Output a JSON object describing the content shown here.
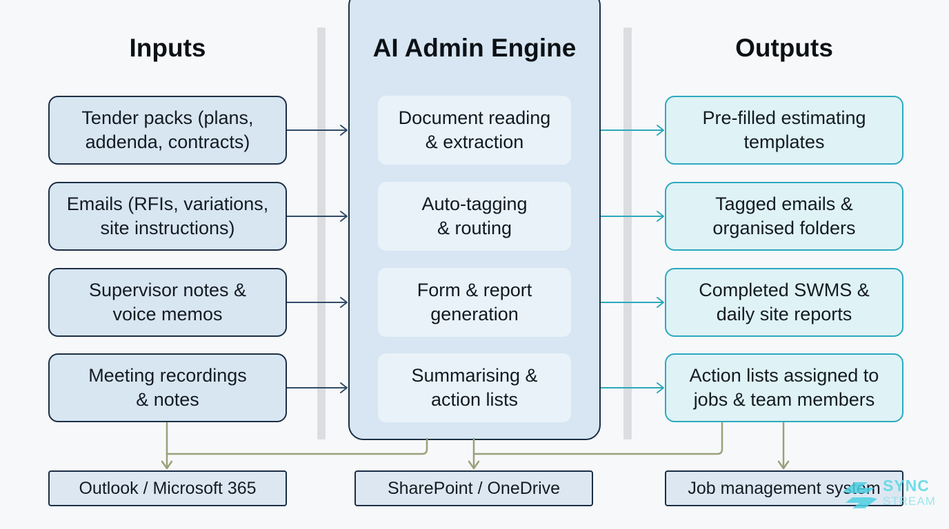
{
  "columns": {
    "inputs_title": "Inputs",
    "engine_title": "AI Admin Engine",
    "outputs_title": "Outputs"
  },
  "inputs": [
    {
      "label": "Tender packs (plans,\naddenda, contracts)"
    },
    {
      "label": "Emails (RFIs, variations,\nsite instructions)"
    },
    {
      "label": "Supervisor notes &\nvoice memos"
    },
    {
      "label": "Meeting recordings\n& notes"
    }
  ],
  "engine_steps": [
    {
      "label": "Document reading\n& extraction"
    },
    {
      "label": "Auto-tagging\n& routing"
    },
    {
      "label": "Form & report\ngeneration"
    },
    {
      "label": "Summarising &\naction lists"
    }
  ],
  "outputs": [
    {
      "label": "Pre-filled estimating\ntemplates"
    },
    {
      "label": "Tagged emails &\norganised folders"
    },
    {
      "label": "Completed SWMS &\ndaily site reports"
    },
    {
      "label": "Action lists assigned to\njobs & team members"
    }
  ],
  "systems": [
    {
      "label": "Outlook / Microsoft 365"
    },
    {
      "label": "SharePoint / OneDrive"
    },
    {
      "label": "Job management system"
    }
  ],
  "watermark": {
    "line1": "SYNC",
    "line2": "STREAM"
  },
  "colors": {
    "input_arrow": "#2f4b66",
    "output_arrow": "#2aa8bc",
    "system_connector": "#9c9f78"
  }
}
